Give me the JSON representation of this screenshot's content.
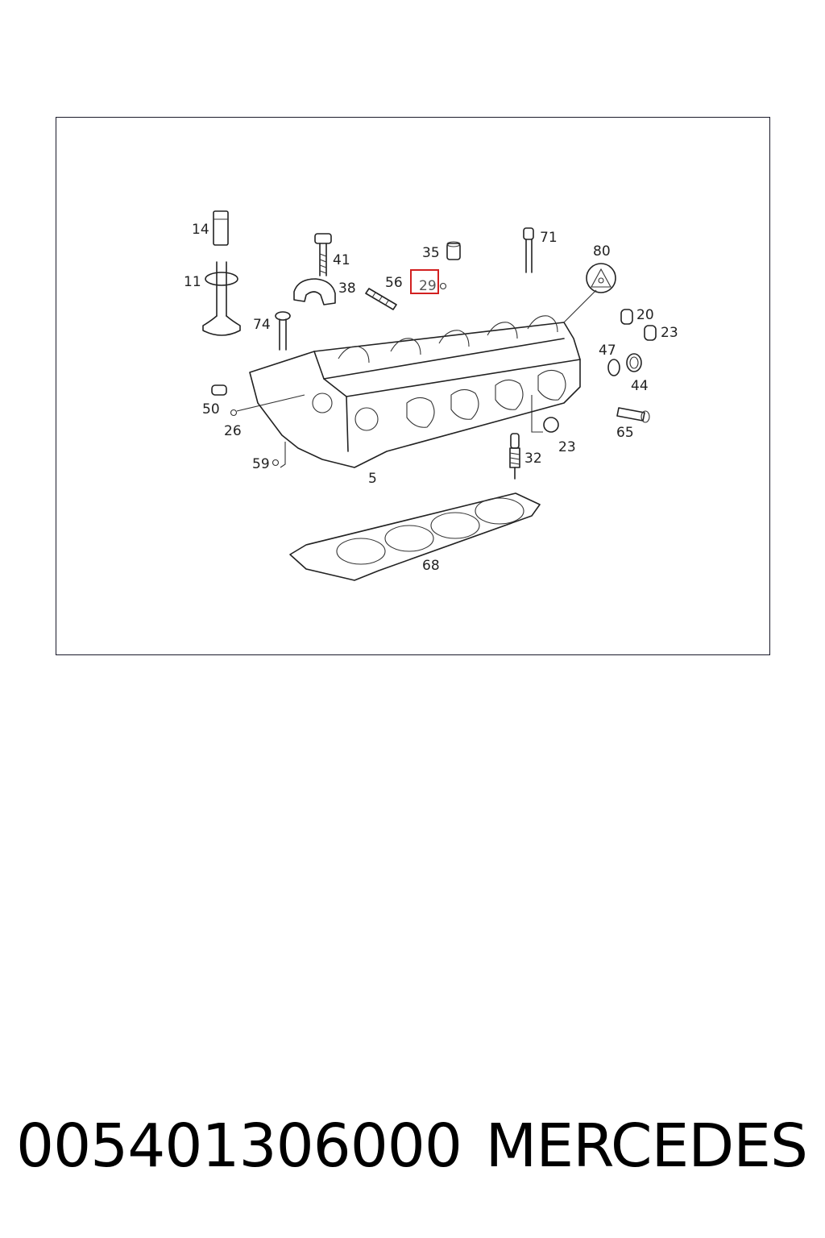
{
  "diagram": {
    "highlight_color": "#d22020",
    "callouts": {
      "c14": "14",
      "c11": "11",
      "c41": "41",
      "c38": "38",
      "c35": "35",
      "c56": "56",
      "c29": "29",
      "c71": "71",
      "c80": "80",
      "c74": "74",
      "c20": "20",
      "c23a": "23",
      "c47": "47",
      "c44": "44",
      "c50": "50",
      "c26": "26",
      "c65": "65",
      "c23b": "23",
      "c32": "32",
      "c59": "59",
      "c5": "5",
      "c68": "68"
    },
    "highlighted_callout": "29"
  },
  "footer": {
    "part_number": "005401306000",
    "brand": "MERCEDES"
  }
}
